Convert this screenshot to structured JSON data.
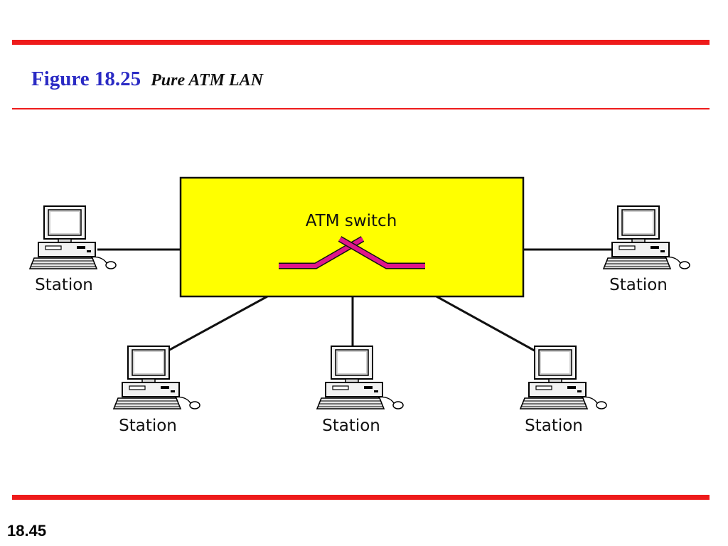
{
  "title": {
    "figure_number": "Figure 18.25",
    "figure_name": "Pure ATM LAN"
  },
  "switch": {
    "label": "ATM switch",
    "fill_color": "#ffff00",
    "path_color": "#e0168a"
  },
  "stations": [
    {
      "label": "Station"
    },
    {
      "label": "Station"
    },
    {
      "label": "Station"
    },
    {
      "label": "Station"
    },
    {
      "label": "Station"
    }
  ],
  "footer": {
    "slide_number": "18.45"
  },
  "colors": {
    "accent_red": "#ee1b1b",
    "title_blue": "#2b2bc4"
  }
}
